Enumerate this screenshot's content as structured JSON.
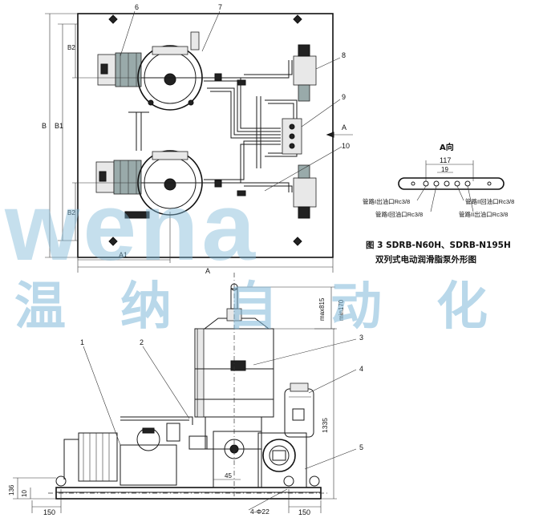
{
  "watermark": {
    "logo": "wena",
    "chinese": [
      "温",
      "纳",
      "自",
      "动",
      "化"
    ]
  },
  "top_view": {
    "callouts": [
      "6",
      "7",
      "8",
      "9",
      "10"
    ],
    "dimensions": {
      "A": "A",
      "A1": "A1",
      "B": "B",
      "B1": "B1",
      "B2_top": "B2",
      "B2_bottom": "B2",
      "view_arrow": "A"
    }
  },
  "view_a": {
    "title": "A向",
    "dim_117": "117",
    "dim_19": "19",
    "ports": [
      "管路I出油口Rc3/8",
      "管路I回油口Rc3/8",
      "管路II回油口Rc3/8",
      "管路II出油口Rc3/8"
    ]
  },
  "caption": {
    "line1": "图 3  SDRB-N60H、SDRB-N195H",
    "line2": "双列式电动润滑脂泵外形图"
  },
  "front_view": {
    "callouts": [
      "1",
      "2",
      "3",
      "4",
      "5"
    ],
    "dimensions": {
      "max815": "max815",
      "min170": "min170",
      "h1335": "1335",
      "h136": "136",
      "h10": "10",
      "w150_left": "150",
      "w150_right": "150",
      "d45": "45",
      "holes": "4-Φ22"
    }
  }
}
